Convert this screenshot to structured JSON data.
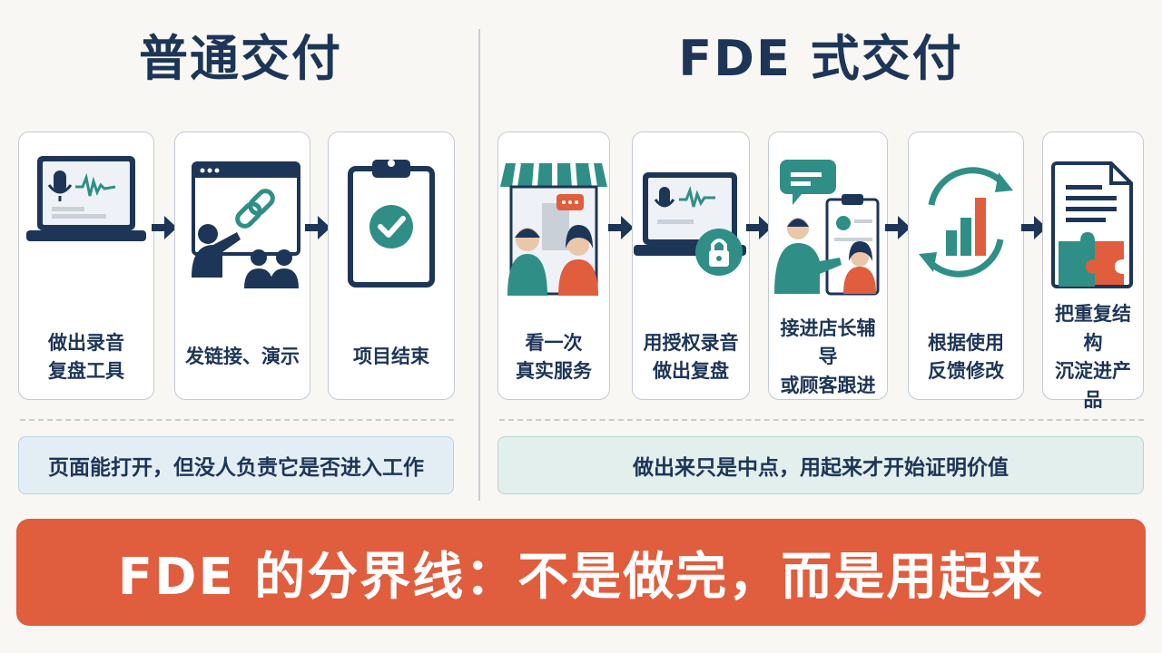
{
  "left": {
    "title": "普通交付",
    "steps": [
      {
        "label": "做出录音\n复盘工具",
        "icon": "laptop-audio-icon"
      },
      {
        "label": "发链接、演示",
        "icon": "link-presentation-icon"
      },
      {
        "label": "项目结束",
        "icon": "clipboard-check-icon"
      }
    ],
    "callout": "页面能打开，但没人负责它是否进入工作"
  },
  "right": {
    "title": "FDE 式交付",
    "steps": [
      {
        "label": "看一次\n真实服务",
        "icon": "storefront-conversation-icon"
      },
      {
        "label": "用授权录音\n做出复盘",
        "icon": "laptop-audio-lock-icon"
      },
      {
        "label": "接进店长辅导\n或顾客跟进",
        "icon": "coaching-profile-icon"
      },
      {
        "label": "根据使用\n反馈修改",
        "icon": "feedback-cycle-chart-icon"
      },
      {
        "label": "把重复结构\n沉淀进产品",
        "icon": "document-puzzle-icon"
      }
    ],
    "callout": "做出来只是中点，用起来才开始证明价值"
  },
  "banner": "FDE 的分界线：不是做完，而是用起来",
  "colors": {
    "navy": "#1d3557",
    "teal": "#2f8f86",
    "orange": "#e05d3d",
    "callout_left_bg": "#e3eef4",
    "callout_right_bg": "#e2efec",
    "banner_bg": "#e05d3d"
  }
}
